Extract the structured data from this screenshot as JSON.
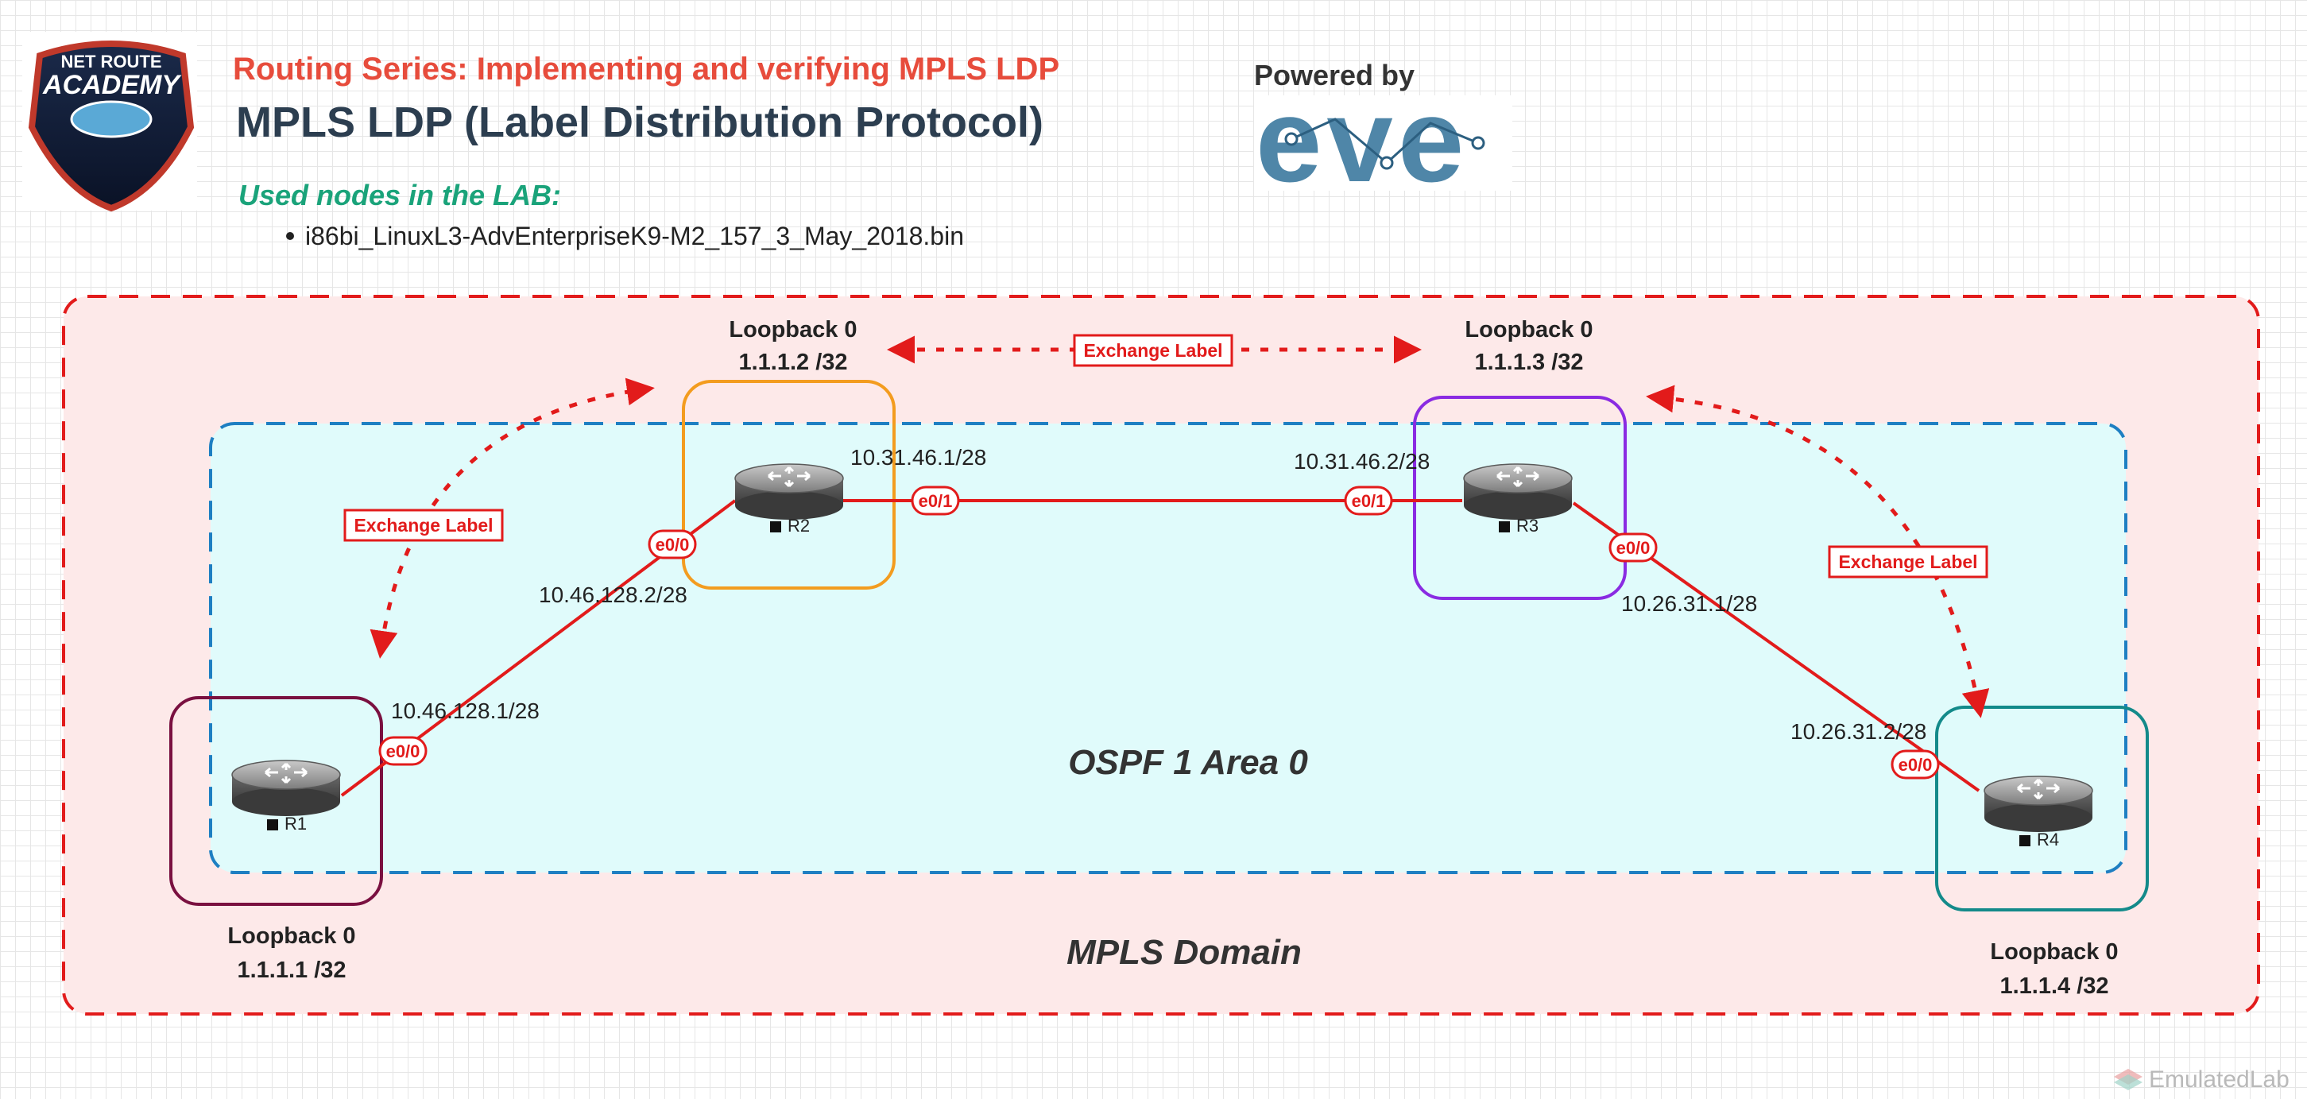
{
  "header": {
    "series_title": "Routing Series: Implementing and verifying MPLS LDP",
    "main_title": "MPLS LDP (Label Distribution Protocol)",
    "used_nodes_label": "Used nodes in the LAB:",
    "node_image": "i86bi_LinuxL3-AdvEnterpriseK9-M2_157_3_May_2018.bin",
    "powered_by": "Powered by",
    "eve_logo_text": "eve"
  },
  "logo": {
    "line1": "NET ROUTE",
    "line2": "ACADEMY"
  },
  "zones": {
    "mpls_domain": "MPLS Domain",
    "ospf_area": "OSPF 1 Area 0"
  },
  "routers": [
    {
      "name": "R1",
      "loopback_label": "Loopback  0",
      "loopback_ip": "1.1.1.1 /32"
    },
    {
      "name": "R2",
      "loopback_label": "Loopback  0",
      "loopback_ip": "1.1.1.2 /32"
    },
    {
      "name": "R3",
      "loopback_label": "Loopback  0",
      "loopback_ip": "1.1.1.3 /32"
    },
    {
      "name": "R4",
      "loopback_label": "Loopback  0",
      "loopback_ip": "1.1.1.4 /32"
    }
  ],
  "links": [
    {
      "from": "R1",
      "to": "R2",
      "from_if": "e0/0",
      "to_if": "e0/0",
      "from_ip": "10.46.128.1/28",
      "to_ip": "10.46.128.2/28"
    },
    {
      "from": "R2",
      "to": "R3",
      "from_if": "e0/1",
      "to_if": "e0/1",
      "from_ip": "10.31.46.1/28",
      "to_ip": "10.31.46.2/28"
    },
    {
      "from": "R3",
      "to": "R4",
      "from_if": "e0/0",
      "to_if": "e0/0",
      "from_ip": "10.26.31.1/28",
      "to_ip": "10.26.31.2/28"
    }
  ],
  "exchange_label": "Exchange Label",
  "watermark": "EmulatedLab",
  "colors": {
    "title_red": "#e74c3c",
    "title_dark": "#2c3e50",
    "subtitle_green": "#1aa37a",
    "link_red": "#e21b1b",
    "mpls_fill": "#fde9e9",
    "ospf_fill": "#e0fbfb",
    "ospf_border": "#1e7fc2",
    "r1_box": "#7a1040",
    "r2_box": "#f39c1f",
    "r3_box": "#8a2be2",
    "r4_box": "#138a8a",
    "eve_blue": "#4f86a8"
  }
}
